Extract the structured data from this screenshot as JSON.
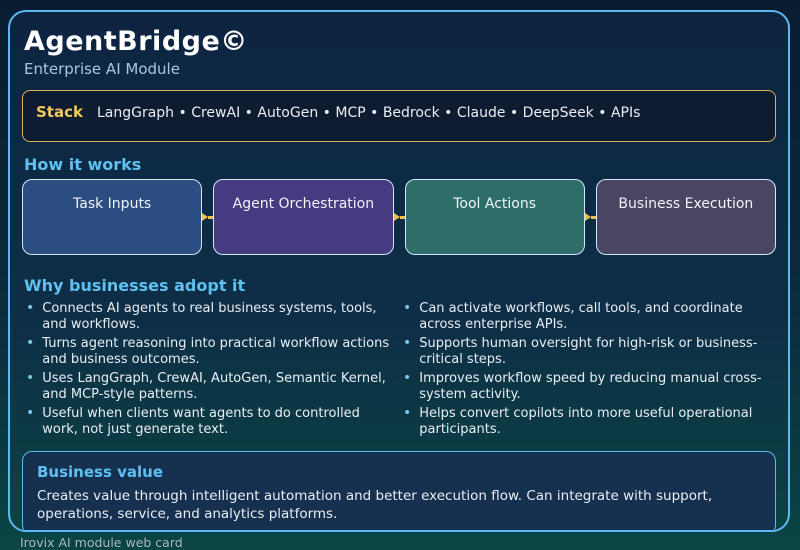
{
  "header": {
    "title": "AgentBridge©",
    "subtitle": "Enterprise AI Module"
  },
  "stack": {
    "label": "Stack",
    "items_text": "LangGraph • CrewAI • AutoGen • MCP • Bedrock • Claude • DeepSeek • APIs"
  },
  "how_it_works": {
    "heading": "How it works",
    "steps": [
      {
        "label": "Task Inputs",
        "color": "#2b4d80"
      },
      {
        "label": "Agent Orchestration",
        "color": "#483a80"
      },
      {
        "label": "Tool Actions",
        "color": "#2e6e68"
      },
      {
        "label": "Business Execution",
        "color": "#4a4560"
      }
    ]
  },
  "why": {
    "heading": "Why businesses adopt it",
    "left": [
      "Connects AI agents to real business systems, tools, and workflows.",
      "Turns agent reasoning into practical workflow actions and business outcomes.",
      "Uses LangGraph, CrewAI, AutoGen, Semantic Kernel, and MCP-style patterns.",
      "Useful when clients want agents to do controlled work, not just generate text."
    ],
    "right": [
      "Can activate workflows, call tools, and coordinate across enterprise APIs.",
      "Supports human oversight for high-risk or business-critical steps.",
      "Improves workflow speed by reducing manual cross-system activity.",
      "Helps convert copilots into more useful operational participants."
    ]
  },
  "business_value": {
    "heading": "Business value",
    "text": "Creates value through intelligent automation and better execution flow. Can integrate with support, operations, service, and analytics platforms."
  },
  "page": {
    "caption": "Irovix AI module web card"
  },
  "colors": {
    "accent": "#5ec1f2",
    "card_border": "#5cb8f0",
    "stack_border": "#d9b54a",
    "stack_label": "#f2c95c",
    "stack_bg": "#0e1b30",
    "arrow": "#f0c052",
    "bullet": "#7cc4e8",
    "title": "#ffffff",
    "subtitle": "#a9c7e8",
    "body_text": "#e9eef4",
    "caption": "#a9b6c2",
    "bg_top": "#081c31",
    "bg_bottom": "#0a4545",
    "card_top": "#0d2441",
    "card_bottom": "#0b4343",
    "panel_bg": "#16304f"
  }
}
